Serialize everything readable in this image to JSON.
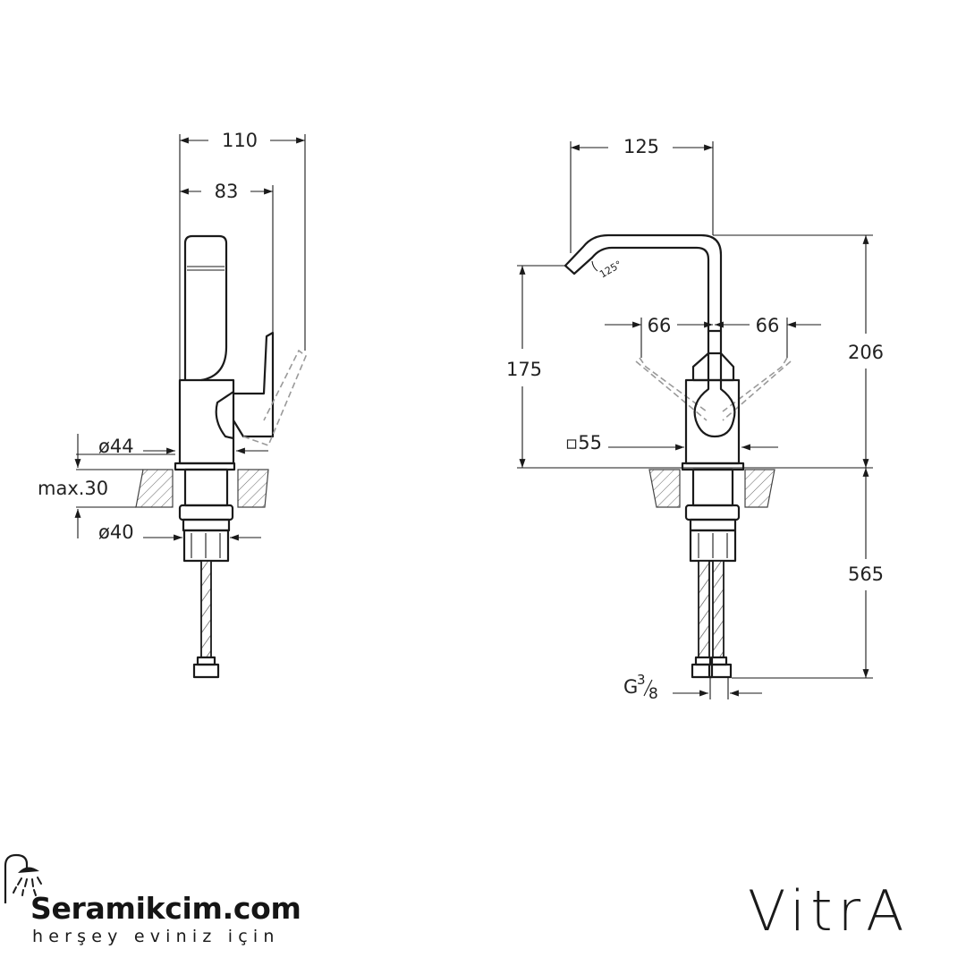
{
  "side_view": {
    "dim_width_total": "110",
    "dim_handle_depth": "83",
    "dim_body_diameter": "ø44",
    "dim_max_counter": "max.30",
    "dim_shank_diameter": "ø40"
  },
  "front_view": {
    "dim_spout_reach": "125",
    "dim_spout_height": "175",
    "dim_total_height": "206",
    "dim_lever_left": "66",
    "dim_lever_right": "66",
    "dim_base_square": "▫55",
    "dim_hose_length": "565",
    "dim_spout_angle": "125°",
    "dim_connection_g": "G",
    "dim_connection_num": "3",
    "dim_connection_den": "8"
  },
  "branding": {
    "site_name": "Seramikcim",
    "site_tld": ".com",
    "tagline": "herşey eviniz için",
    "manufacturer_logo": "VitrA",
    "shower_icon": "shower-head-icon"
  }
}
